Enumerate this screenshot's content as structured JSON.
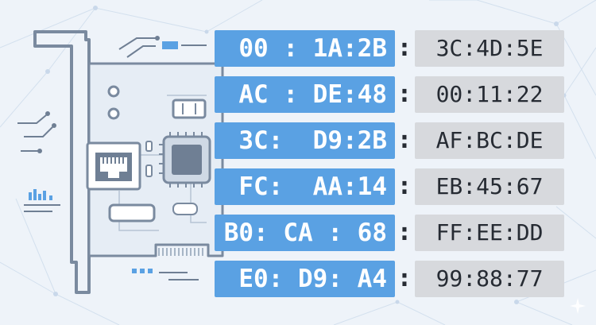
{
  "palette": {
    "background": "#eef3f9",
    "oui_block": "#5aa1e3",
    "nic_block": "#d7d9dd",
    "card_outline": "#7a8a9f",
    "text_dark": "#262b33"
  },
  "illustration": {
    "subject": "network-interface-card-icon"
  },
  "mac_addresses": [
    {
      "oui": "00 : 1A:2B",
      "separator": ":",
      "nic": "3C:4D:5E"
    },
    {
      "oui": "AC : DE:48",
      "separator": ":",
      "nic": "00:11:22"
    },
    {
      "oui": "3C:  D9:2B",
      "separator": ":",
      "nic": "AF:BC:DE"
    },
    {
      "oui": "FC:  AA:14",
      "separator": ":",
      "nic": "EB:45:67"
    },
    {
      "oui": "B0: CA : 68",
      "separator": ":",
      "nic": "FF:EE:DD"
    },
    {
      "oui": "E0: D9: A4",
      "separator": ":",
      "nic": "99:88:77"
    }
  ]
}
